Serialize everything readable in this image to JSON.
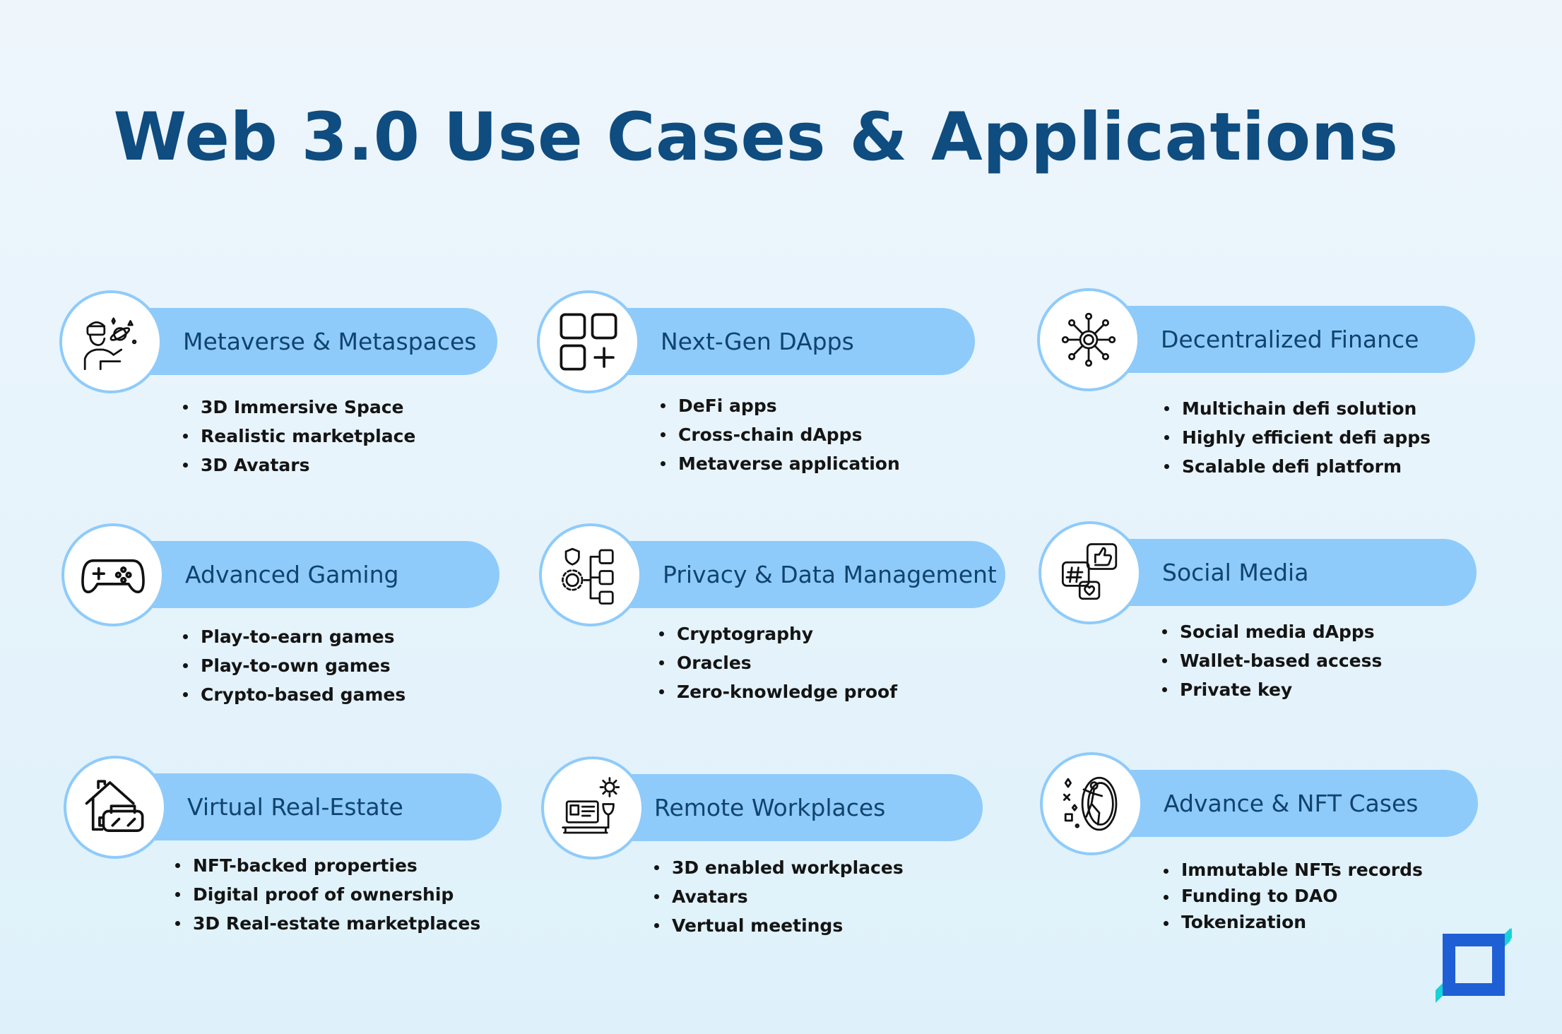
{
  "title": "Web 3.0 Use Cases & Applications",
  "colors": {
    "title": "#0f4c7f",
    "pill": "#8ecbfa",
    "pill_text": "#10436e",
    "bullet_text": "#141414",
    "logo_blue": "#1f5fd6",
    "logo_cyan": "#16d3d6"
  },
  "cards": [
    {
      "label": "Metaverse & Metaspaces",
      "icon": "vr-user-icon",
      "items": [
        "3D Immersive Space",
        "Realistic marketplace",
        "3D Avatars"
      ]
    },
    {
      "label": "Next-Gen DApps",
      "icon": "app-grid-plus-icon",
      "items": [
        "DeFi apps",
        "Cross-chain dApps",
        "Metaverse application"
      ]
    },
    {
      "label": "Decentralized Finance",
      "icon": "network-hub-icon",
      "items": [
        "Multichain defi solution",
        "Highly efficient defi apps",
        "Scalable defi platform"
      ]
    },
    {
      "label": "Advanced Gaming",
      "icon": "gamepad-icon",
      "items": [
        "Play-to-earn games",
        "Play-to-own games",
        "Crypto-based games"
      ]
    },
    {
      "label": "Privacy & Data Management",
      "icon": "privacy-data-icon",
      "items": [
        "Cryptography",
        "Oracles",
        "Zero-knowledge proof"
      ]
    },
    {
      "label": "Social Media",
      "icon": "social-chat-icon",
      "items": [
        "Social media dApps",
        "Wallet-based access",
        "Private key"
      ]
    },
    {
      "label": "Virtual Real-Estate",
      "icon": "house-vr-icon",
      "items": [
        "NFT-backed properties",
        "Digital proof of ownership",
        "3D Real-estate marketplaces"
      ]
    },
    {
      "label": "Remote Workplaces",
      "icon": "workdesk-icon",
      "items": [
        "3D enabled workplaces",
        "Avatars",
        "Vertual meetings"
      ]
    },
    {
      "label": "Advance & NFT Cases",
      "icon": "portal-figure-icon",
      "items": [
        "Immutable NFTs records",
        "Funding to DAO",
        "Tokenization"
      ]
    }
  ]
}
